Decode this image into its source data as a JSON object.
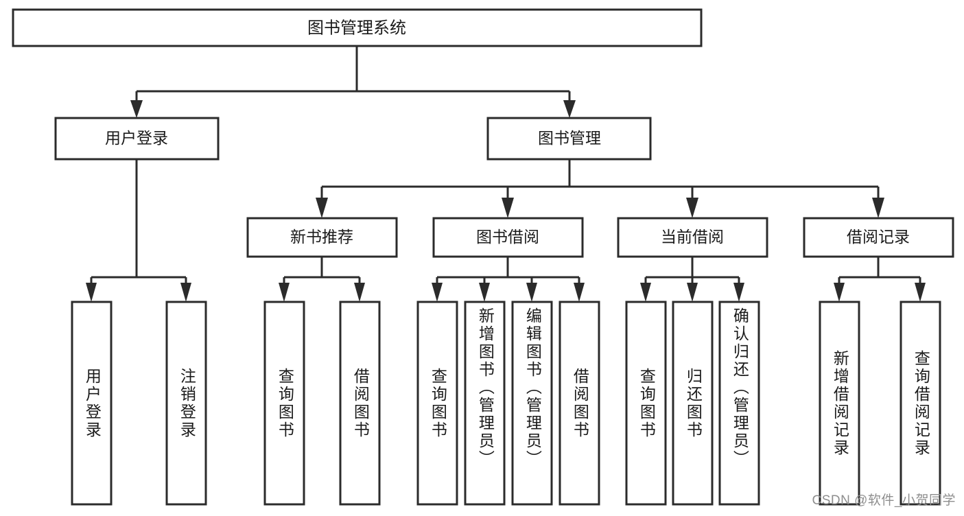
{
  "diagram": {
    "title": "图书管理系统",
    "root": {
      "id": "root",
      "label": "图书管理系统"
    },
    "level1": [
      {
        "id": "user-login",
        "label": "用户登录"
      },
      {
        "id": "book-manage",
        "label": "图书管理"
      }
    ],
    "level2": [
      {
        "id": "new-book-rec",
        "label": "新书推荐",
        "parent": "book-manage"
      },
      {
        "id": "book-borrow",
        "label": "图书借阅",
        "parent": "book-manage"
      },
      {
        "id": "current-borrow",
        "label": "当前借阅",
        "parent": "book-manage"
      },
      {
        "id": "borrow-record",
        "label": "借阅记录",
        "parent": "book-manage"
      }
    ],
    "leaves": [
      {
        "id": "leaf-user-login",
        "label": "用户登录",
        "parent": "user-login"
      },
      {
        "id": "leaf-logout-login",
        "label": "注销登录",
        "parent": "user-login"
      },
      {
        "id": "leaf-query-book-rec",
        "label": "查询图书",
        "parent": "new-book-rec"
      },
      {
        "id": "leaf-borrow-book-rec",
        "label": "借阅图书",
        "parent": "new-book-rec"
      },
      {
        "id": "leaf-query-book-borrow",
        "label": "查询图书",
        "parent": "book-borrow"
      },
      {
        "id": "leaf-add-book-admin",
        "label": "新增图书（管理员）",
        "parent": "book-borrow"
      },
      {
        "id": "leaf-edit-book-admin",
        "label": "编辑图书（管理员）",
        "parent": "book-borrow"
      },
      {
        "id": "leaf-borrow-book",
        "label": "借阅图书",
        "parent": "book-borrow"
      },
      {
        "id": "leaf-query-book-cur",
        "label": "查询图书",
        "parent": "current-borrow"
      },
      {
        "id": "leaf-return-book",
        "label": "归还图书",
        "parent": "current-borrow"
      },
      {
        "id": "leaf-confirm-return-admin",
        "label": "确认归还（管理员）",
        "parent": "current-borrow"
      },
      {
        "id": "leaf-add-borrow-record",
        "label": "新增借阅记录",
        "parent": "borrow-record"
      },
      {
        "id": "leaf-query-borrow-record",
        "label": "查询借阅记录",
        "parent": "borrow-record"
      }
    ],
    "colors": {
      "stroke": "#2b2b2b",
      "fill": "#ffffff",
      "text": "#1a1a1a",
      "watermark": "#8e8e8e"
    }
  },
  "watermark": {
    "text": "CSDN @软件_小贺同学"
  }
}
